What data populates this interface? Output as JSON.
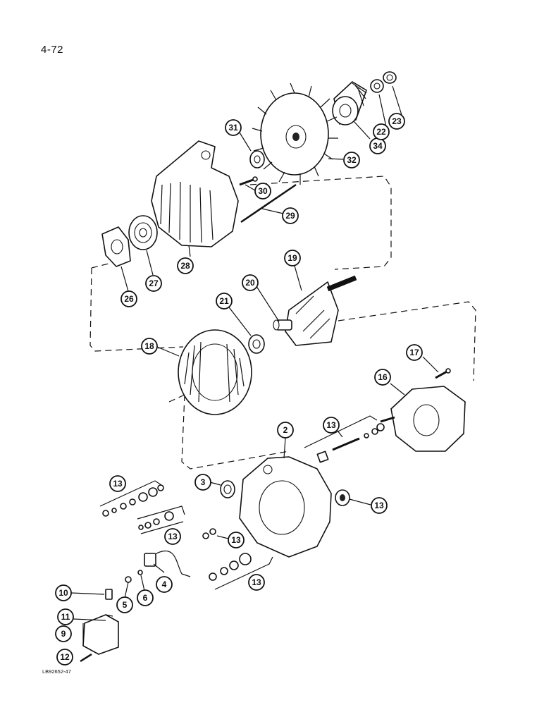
{
  "page_number": "4-72",
  "figure_code": "LB92652-47",
  "callouts": {
    "c31": "31",
    "c34": "34",
    "c22": "22",
    "c23": "23",
    "c32": "32",
    "c30": "30",
    "c29": "29",
    "c28": "28",
    "c27": "27",
    "c26": "26",
    "c19": "19",
    "c20": "20",
    "c21": "21",
    "c18": "18",
    "c17": "17",
    "c16": "16",
    "c2": "2",
    "c13a": "13",
    "c3": "3",
    "c13b": "13",
    "c13c": "13",
    "c13d": "13",
    "c13e": "13",
    "c13f": "13",
    "c10": "10",
    "c11": "11",
    "c9": "9",
    "c12": "12",
    "c5": "5",
    "c6": "6",
    "c4": "4"
  }
}
